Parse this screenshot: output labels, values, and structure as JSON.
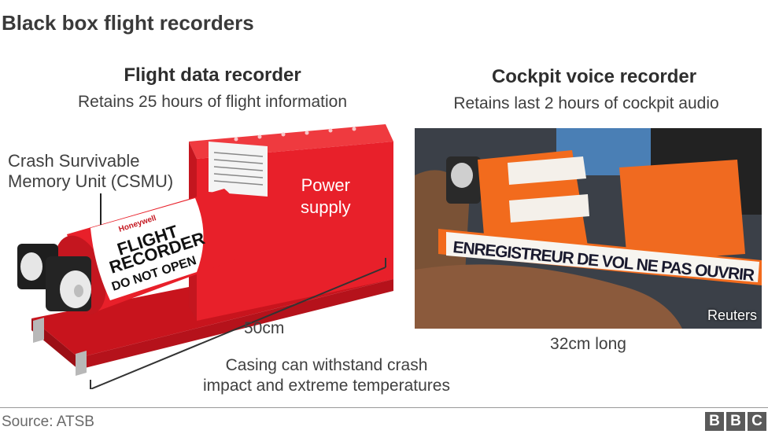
{
  "header": {
    "title": "Black box flight recorders"
  },
  "fdr": {
    "title": "Flight data recorder",
    "subtitle": "Retains 25 hours of flight information",
    "csmu_label_lines": [
      "Crash Survivable",
      "Memory Unit (CSMU)"
    ],
    "power_label_lines": [
      "Power",
      "supply"
    ],
    "cylinder_text": {
      "brand": "Honeywell",
      "line1": "FLIGHT",
      "line2": "RECORDER",
      "line3": "DO NOT OPEN"
    },
    "length": "50cm",
    "casing_note_lines": [
      "Casing can withstand crash",
      "impact and extreme temperatures"
    ]
  },
  "cvr": {
    "title": "Cockpit voice recorder",
    "subtitle": "Retains last 2 hours of cockpit audio",
    "photo_strip_text": "ENREGISTREUR DE VOL NE PAS OUVRIR",
    "photo_credit": "Reuters",
    "length": "32cm long"
  },
  "footer": {
    "source": "Source: ATSB",
    "logo_letters": [
      "B",
      "B",
      "C"
    ]
  },
  "colors": {
    "recorder_red": "#e8202a",
    "recorder_dark_red": "#b5121b",
    "cvr_orange": "#f26b1d"
  }
}
